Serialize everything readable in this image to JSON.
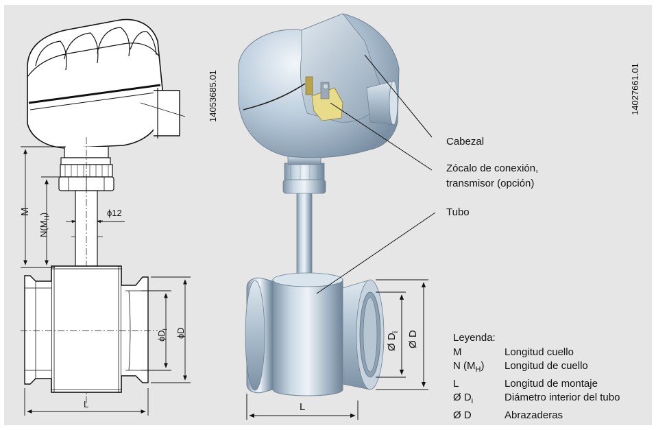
{
  "codes": {
    "left": "14053685.01",
    "right": "14027661.01"
  },
  "drawing_dims": {
    "M": "M",
    "N": "N(M",
    "N_sub": "H",
    "N_close": ")",
    "phi12": "ϕ12",
    "phiDi": "ϕD",
    "phiDi_sub": "i",
    "phiD": "ϕD",
    "L": "L"
  },
  "render_dims": {
    "Di": "Ø D",
    "Di_sub": "i",
    "D": "Ø D",
    "L": "L"
  },
  "callouts": {
    "head": "Cabezal",
    "socket_line1": "Zócalo de conexión,",
    "socket_line2": "transmisor (opción)",
    "tube": "Tubo"
  },
  "legend": {
    "title": "Leyenda:",
    "items": [
      {
        "key": "M",
        "key_sub": "",
        "key_tail": "",
        "text": "Longitud cuello"
      },
      {
        "key": "N (M",
        "key_sub": "H",
        "key_tail": ")",
        "text": "Longitud de cuello"
      },
      {
        "key": "L",
        "key_sub": "",
        "key_tail": "",
        "text": "Longitud de montaje"
      },
      {
        "key": "Ø D",
        "key_sub": "i",
        "key_tail": "",
        "text": "Diámetro interior del tubo"
      },
      {
        "key": "Ø D",
        "key_sub": "",
        "key_tail": "",
        "text": "Abrazaderas"
      }
    ]
  }
}
